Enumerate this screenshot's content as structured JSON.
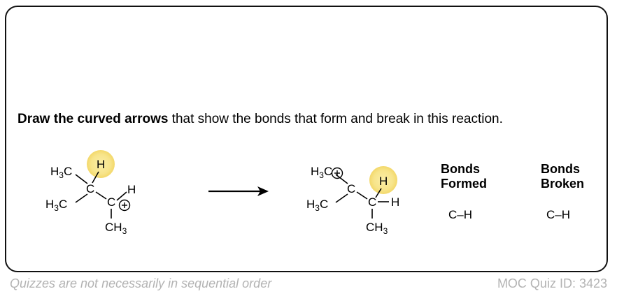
{
  "prompt": {
    "bold": "Draw the curved arrows",
    "rest": " that show the bonds that form and break in this reaction."
  },
  "reactant": {
    "h_top": "H",
    "h3c_a": "H3C",
    "h3c_b": "H3C",
    "c1": "C",
    "c2": "C",
    "h_right": "H",
    "ch3": "CH3",
    "charge": "+"
  },
  "product": {
    "h3c_a": "H3C",
    "h3c_b": "H3C",
    "c1": "C",
    "c2": "C",
    "h_top": "H",
    "h_right": "H",
    "ch3": "CH3",
    "charge": "+"
  },
  "bonds_formed": {
    "line1": "Bonds",
    "line2": "Formed",
    "value": "C–H"
  },
  "bonds_broken": {
    "line1": "Bonds",
    "line2": "Broken",
    "value": "C–H"
  },
  "footer": {
    "left": "Quizzes are not necessarily in sequential order",
    "right": "MOC Quiz ID: 3423"
  },
  "colors": {
    "highlight": "#f7e48a",
    "footer_text": "#b3b3b3"
  }
}
